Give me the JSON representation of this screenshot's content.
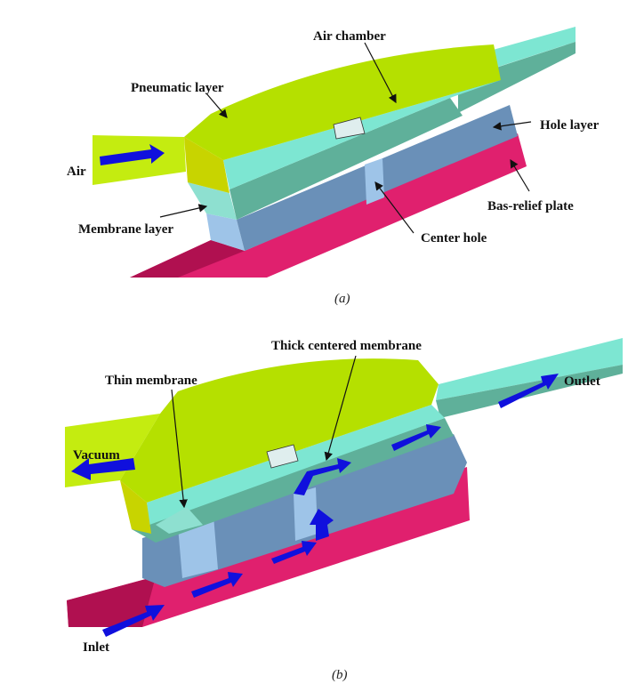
{
  "panel_a": {
    "caption": "(a)",
    "labels": {
      "air_chamber": "Air chamber",
      "pneumatic_layer": "Pneumatic layer",
      "hole_layer": "Hole layer",
      "air": "Air",
      "bas_relief_plate": "Bas-relief plate",
      "membrane_layer": "Membrane layer",
      "center_hole": "Center hole"
    }
  },
  "panel_b": {
    "caption": "(b)",
    "labels": {
      "thick_centered_membrane": "Thick centered membrane",
      "thin_membrane": "Thin membrane",
      "vacuum": "Vacuum",
      "outlet": "Outlet",
      "inlet": "Inlet"
    }
  },
  "colors": {
    "pneumatic": "#b5e000",
    "pneumatic_side": "#c8d400",
    "air_chamber": "#7de6d2",
    "membrane": "#5fb09a",
    "hole_layer": "#6a90b8",
    "hole_side": "#9ec4e8",
    "plate": "#e0206e",
    "plate_dark": "#b01050",
    "flow_arrow": "#1010dd"
  }
}
